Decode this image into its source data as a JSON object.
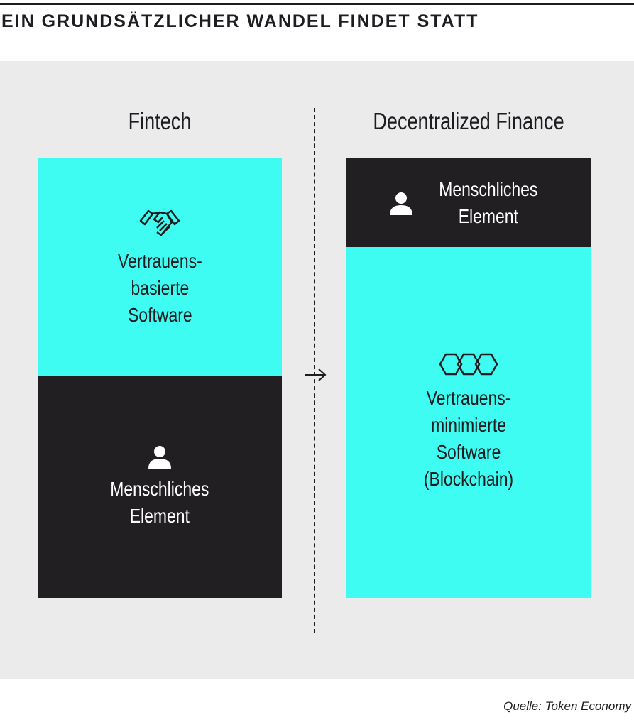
{
  "title": "EIN GRUNDSÄTZLICHER WANDEL FINDET STATT",
  "left": {
    "heading": "Fintech",
    "top_block": {
      "label": "Vertrauens-\nbasierte\nSoftware",
      "icon": "handshake-icon"
    },
    "bottom_block": {
      "label": "Menschliches\nElement",
      "icon": "person-icon"
    }
  },
  "right": {
    "heading": "Decentralized Finance",
    "top_block": {
      "label": "Menschliches\nElement",
      "icon": "person-icon"
    },
    "bottom_block": {
      "label": "Vertrauens-\nminimierte\nSoftware\n(Blockchain)",
      "icon": "blockchain-icon"
    }
  },
  "source": "Quelle: Token Economy",
  "colors": {
    "cyan": "#3efcf1",
    "dark": "#221f23",
    "background": "#ebebeb"
  }
}
